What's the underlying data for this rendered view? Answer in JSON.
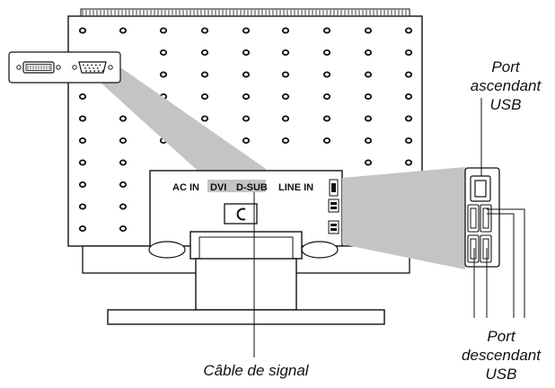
{
  "connectors": {
    "ac_in": "AC IN",
    "dvi": "DVI",
    "d_sub": "D-SUB",
    "line_in": "LINE IN"
  },
  "callouts": {
    "usb_up_line1": "Port",
    "usb_up_line2": "ascendant USB",
    "usb_down_line1": "Port",
    "usb_down_line2": "descendant",
    "usb_down_line3": "USB",
    "signal_cable": "Câble de signal"
  },
  "colors": {
    "line": "#111111",
    "highlight": "#c4c4c4",
    "panel": "#ffffff",
    "vent": "#111111"
  },
  "icons": [
    "dvi-port-icon",
    "vga-port-icon",
    "usb-port-icon",
    "power-port-icon"
  ]
}
